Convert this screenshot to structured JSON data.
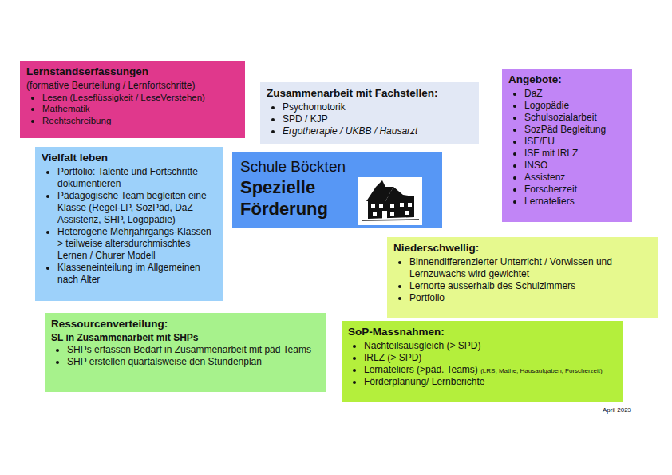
{
  "diagram": {
    "nodes": [
      {
        "text": [
          "Lernstandserfassungen",
          "(formative Beurteilung / Lernfortschritte)",
          "Lesen (Leseflüssigkeit / LeseVerstehen)",
          "Mathematik",
          "Rechtschreibung"
        ]
      },
      {
        "text": [
          "Zusammenarbeit mit Fachstellen:",
          "Psychomotorik",
          "SPD / KJP",
          "Ergotherapie / UKBB / Hausarzt"
        ]
      },
      {
        "text": [
          "Angebote:",
          "DaZ",
          "Logopädie",
          "Schulsozialarbeit",
          "SozPäd Begleitung",
          "ISF/FU",
          "ISF mit IRLZ",
          "INSO",
          "Assistenz",
          "Forscherzeit",
          "Lernateliers"
        ]
      },
      {
        "text": [
          "Vielfalt leben",
          "Portfolio: Talente und Fortschritte dokumentieren",
          "Pädagogische Team begleiten eine Klasse (Regel-LP, SozPäd, DaZ Assistenz, SHP, Logopädie)",
          "Heterogene Mehrjahrgangs-Klassen > teilweise altersdurchmischtes Lernen / Churer Modell",
          "Klasseneinteilung im Allgemeinen nach Alter"
        ]
      },
      {
        "text": [
          "Schule Böckten",
          "Spezielle Förderung"
        ]
      },
      {
        "text": [
          "Niederschwellig:",
          "Binnendifferenzierter Unterricht / Vorwissen und Lernzuwachs wird gewichtet",
          "Lernorte ausserhalb des Schulzimmers",
          "Portfolio"
        ]
      },
      {
        "text": [
          "Ressourcenverteilung:",
          "SL in Zusammenarbeit mit SHPs",
          "SHPs erfassen Bedarf in Zusammenarbeit mit päd Teams",
          "SHP erstellen quartalsweise den Stundenplan"
        ]
      },
      {
        "text": [
          "SoP-Massnahmen:",
          "Nachteilsausgleich (> SPD)",
          "IRLZ (> SPD)",
          "Lernateliers (>päd. Teams)",
          "(LRS, Mathe, Hausaufgaben, Forscherzeit)",
          "Förderplanung/ Lernberichte"
        ]
      }
    ],
    "labels": [
      "April 2023"
    ]
  }
}
